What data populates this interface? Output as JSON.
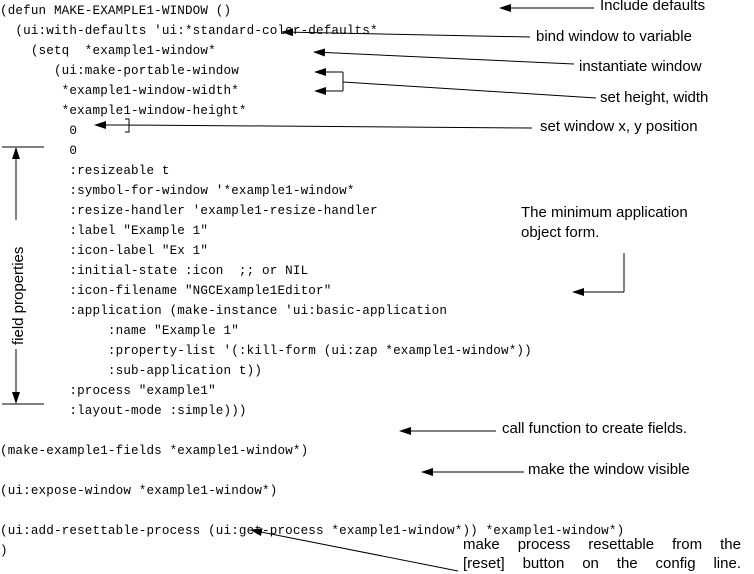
{
  "code_lines": [
    "(defun MAKE-EXAMPLE1-WINDOW ()",
    "  (ui:with-defaults 'ui:*standard-color-defaults*",
    "    (setq  *example1-window*",
    "       (ui:make-portable-window",
    "        *example1-window-width*",
    "        *example1-window-height*",
    "         0",
    "         0",
    "         :resizeable t",
    "         :symbol-for-window '*example1-window*",
    "         :resize-handler 'example1-resize-handler",
    "         :label \"Example 1\"",
    "         :icon-label \"Ex 1\"",
    "         :initial-state :icon  ;; or NIL",
    "         :icon-filename \"NGCExample1Editor\"",
    "         :application (make-instance 'ui:basic-application",
    "              :name \"Example 1\"",
    "              :property-list '(:kill-form (ui:zap *example1-window*))",
    "              :sub-application t))",
    "         :process \"example1\"",
    "         :layout-mode :simple)))",
    "",
    "(make-example1-fields *example1-window*)",
    "",
    "(ui:expose-window *example1-window*)",
    "",
    "(ui:add-resettable-process (ui:get-process *example1-window*)) *example1-window*)",
    ")"
  ],
  "annotations": {
    "include_defaults": "Include defaults",
    "bind_window": "bind window to variable",
    "instantiate_window": "instantiate window",
    "set_height_width": "set height, width",
    "set_position": "set window x, y position",
    "minimum_form_line1": "The minimum application",
    "minimum_form_line2": "object form.",
    "call_function": "call function to create fields.",
    "make_visible": "make the window visible",
    "resettable_line1": "make process resettable from the",
    "resettable_line2": "[reset] button on the config line."
  },
  "field_properties_label": "field properties"
}
